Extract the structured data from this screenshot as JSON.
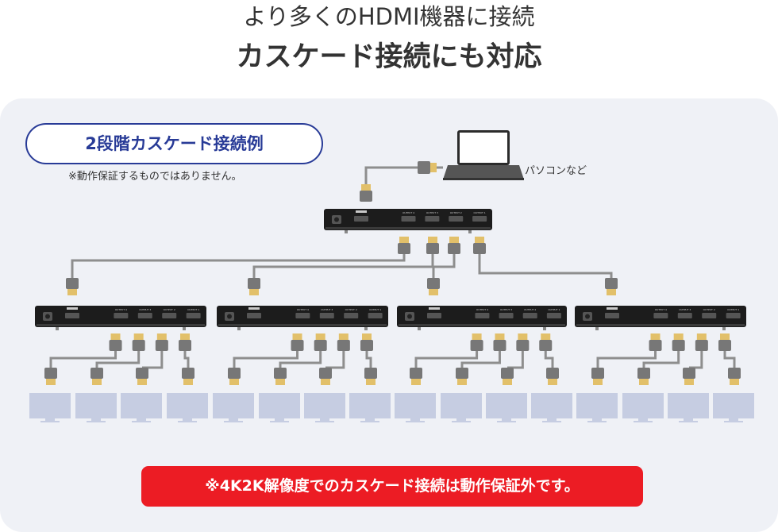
{
  "header": {
    "title_line1": "より多くのHDMI機器に接続",
    "title_line2": "カスケード接続にも対応"
  },
  "example": {
    "badge": "2段階カスケード接続例",
    "note": "※動作保証するものではありません。"
  },
  "source": {
    "label": "パソコンなど"
  },
  "splitter": {
    "port_labels": [
      "OUTPUT 4",
      "OUTPUT 3",
      "OUTPUT 2",
      "OUTPUT 1"
    ]
  },
  "warning": {
    "text": "※4K2K解像度でのカスケード接続は動作保証外です。"
  },
  "colors": {
    "accent": "#283b97",
    "warning": "#ec1c24",
    "panel_bg": "#eff1f6",
    "connector_gold": "#e2c06a",
    "monitor": "#c6cde2",
    "device": "#1c1c1c"
  }
}
